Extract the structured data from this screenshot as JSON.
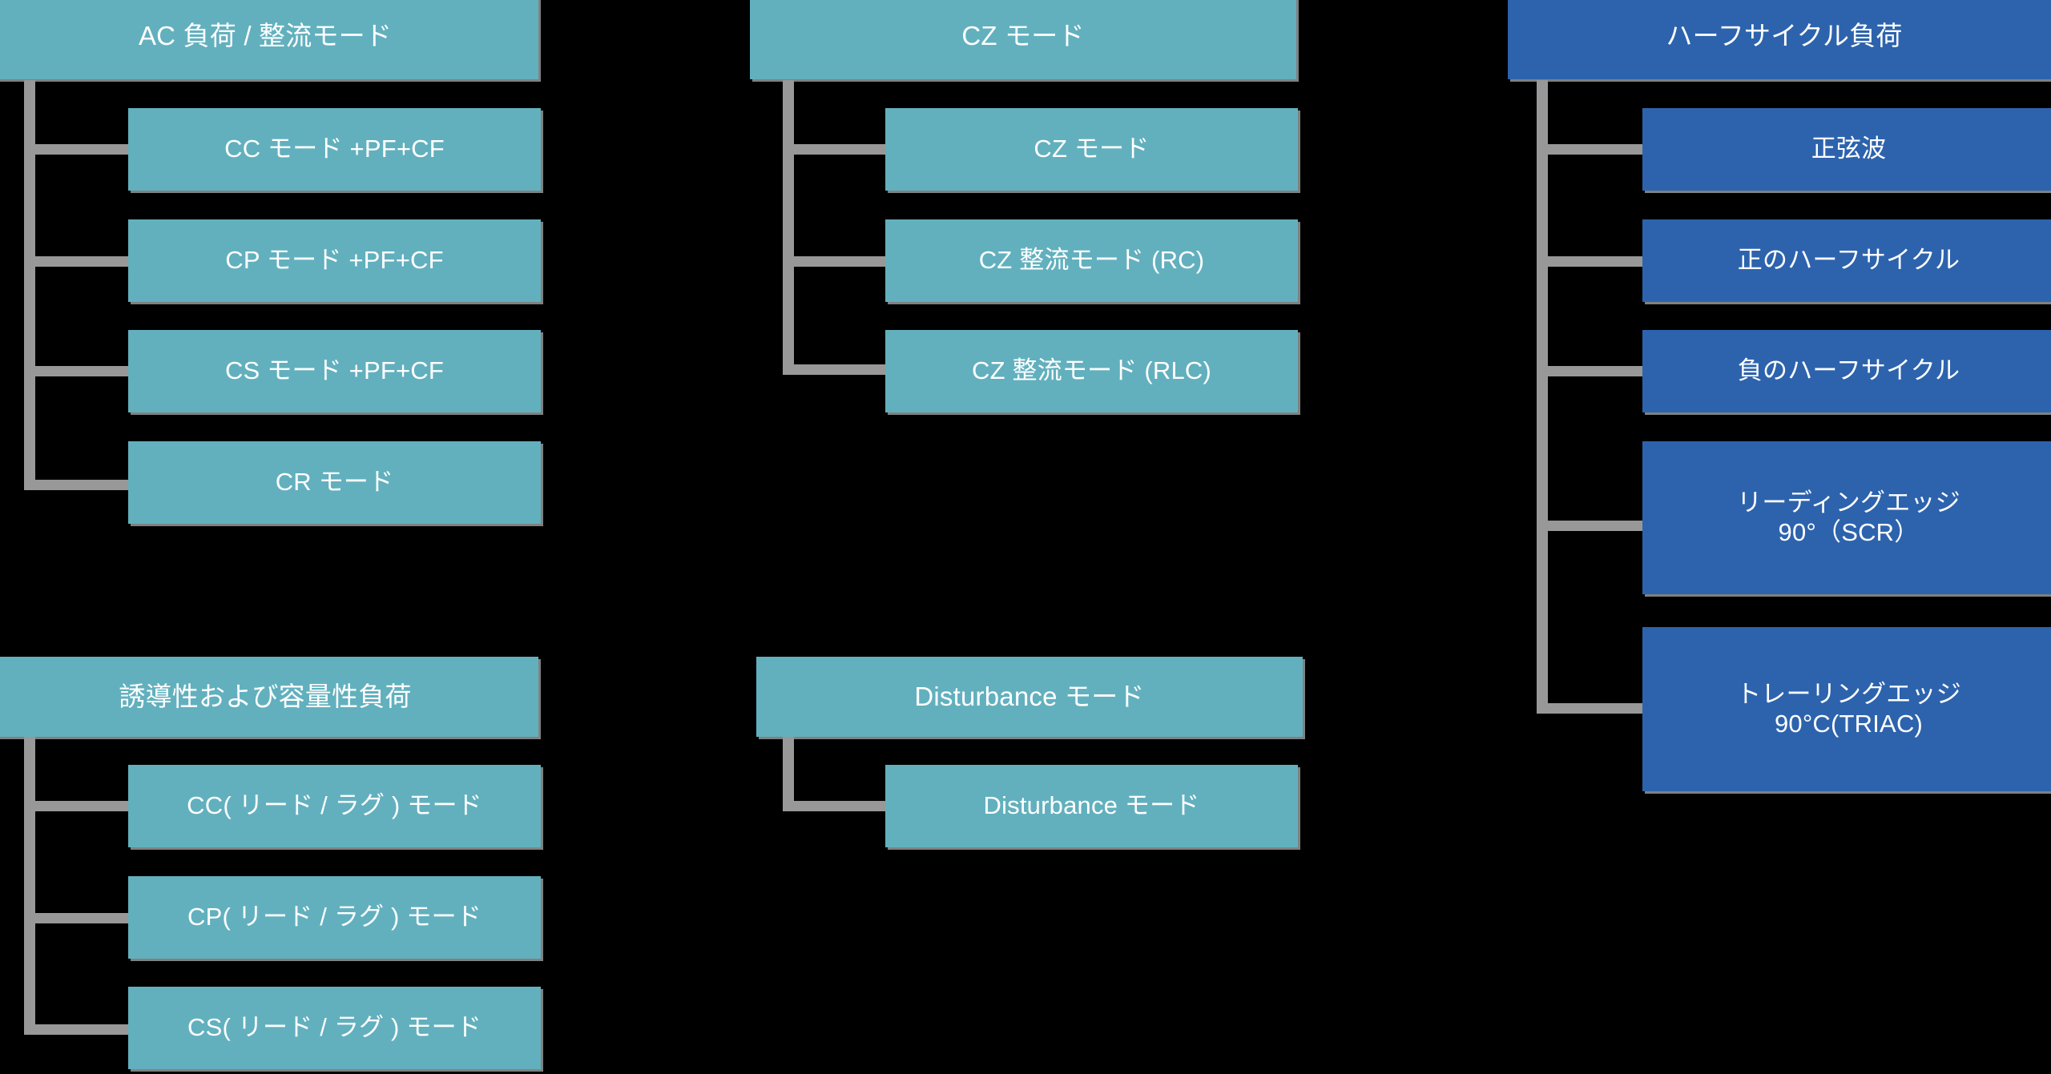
{
  "diagram": {
    "background_color": "#000000",
    "connector_color": "#989898",
    "palette": {
      "teal": "#62B0BE",
      "blue": "#2D63AD",
      "text": "#FFFFFF"
    },
    "groups": [
      {
        "id": "ac-load-rectifier",
        "color": "teal",
        "root": "AC 負荷 / 整流モード",
        "children": [
          "CC モード +PF+CF",
          "CP モード +PF+CF",
          "CS モード +PF+CF",
          "CR モード"
        ]
      },
      {
        "id": "cz-mode",
        "color": "teal",
        "root": "CZ モード",
        "children": [
          "CZ モード",
          "CZ 整流モード (RC)",
          "CZ 整流モード (RLC)"
        ]
      },
      {
        "id": "half-cycle-load",
        "color": "blue",
        "root": "ハーフサイクル負荷",
        "children": [
          "正弦波",
          "正のハーフサイクル",
          "負のハーフサイクル",
          "リーディングエッジ\n90°（SCR）",
          "トレーリングエッジ\n90°C(TRIAC)"
        ]
      },
      {
        "id": "inductive-capacitive-load",
        "color": "teal",
        "root": "誘導性および容量性負荷",
        "children": [
          "CC( リード / ラグ ) モード",
          "CP( リード / ラグ ) モード",
          "CS( リード / ラグ ) モード"
        ]
      },
      {
        "id": "disturbance-mode",
        "color": "teal",
        "root": "Disturbance モード",
        "children": [
          "Disturbance モード"
        ]
      }
    ]
  }
}
